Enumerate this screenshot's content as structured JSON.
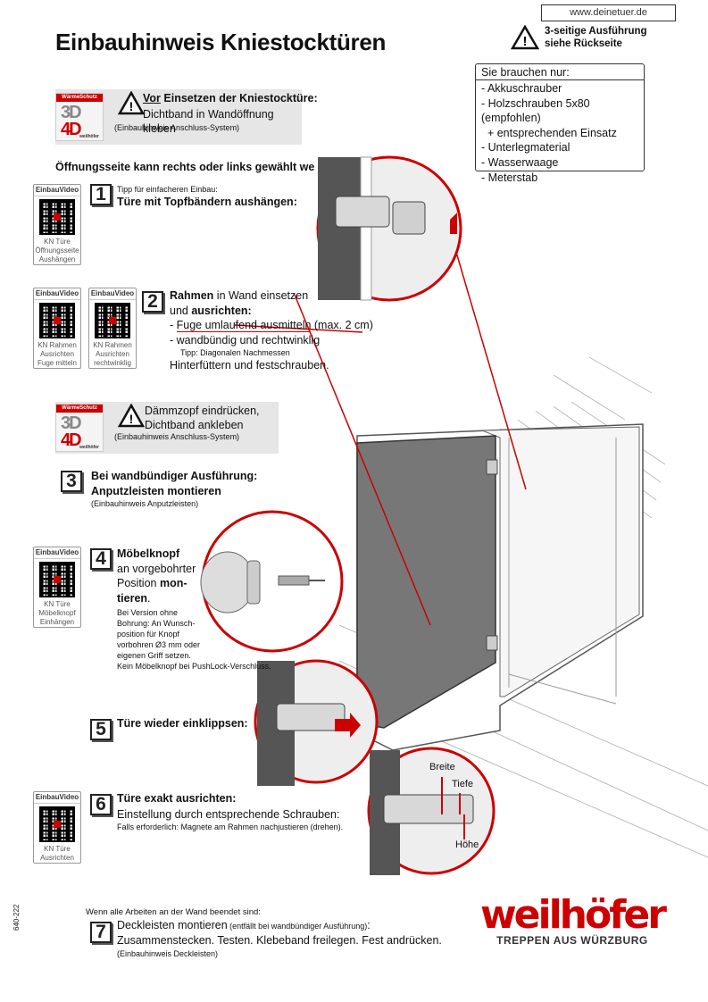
{
  "website": "www.deinetuer.de",
  "title": "Einbauhinweis Kniestocktüren",
  "three_sided": {
    "line1": "3-seitige Ausführung",
    "line2": "siehe Rückseite"
  },
  "needs": {
    "header": "Sie brauchen nur:",
    "items": [
      "- Akkuschrauber",
      "- Holzschrauben 5x80 (empfohlen)",
      "  + entsprechenden Einsatz",
      "- Unterlegmaterial",
      "- Wasserwaage",
      "- Meterstab"
    ]
  },
  "badge": {
    "top": "WärmeSchutz",
    "d3": "3D",
    "d4": "4D",
    "brand": "weilhöfer"
  },
  "pre_warning": {
    "vor": "Vor",
    "line1_rest": " Einsetzen der Kniestocktüre:",
    "line2": "Dichtband in Wandöffnung kleben",
    "note": "(Einbauhinweis Anschluss-System)"
  },
  "side_heading": "Öffnungsseite kann rechts oder links gewählt werden",
  "qr_header": "EinbauVideo",
  "qr_labels": {
    "q1": [
      "KN Türe",
      "Öffnungsseite",
      "Aushängen"
    ],
    "q2a": [
      "KN Rahmen",
      "Ausrichten",
      "Fuge mitteln"
    ],
    "q2b": [
      "KN Rahmen",
      "Ausrichten",
      "rechtwinklig"
    ],
    "q4": [
      "KN Türe",
      "Möbelknopf",
      "Einhängen"
    ],
    "q6": [
      "KN Türe",
      "Ausrichten"
    ]
  },
  "steps": {
    "s1": {
      "num": "1",
      "tip": "Tipp für einfacheren Einbau:",
      "main": "Türe mit Topfbändern aushängen:"
    },
    "s2": {
      "num": "2",
      "l1a": "Rahmen",
      "l1b": " in Wand einsetzen",
      "l2a": "und ",
      "l2b": "ausrichten:",
      "l3a": "- ",
      "l3b": "Fuge umlaufend ausmitteln",
      "l3c": " (max. 2 cm)",
      "l4": "- wandbündig und rechtwinklig",
      "tip": "Tipp: Diagonalen Nachmessen",
      "l5": "Hinterfüttern und festschrauben."
    },
    "mid_warning": {
      "line1": "Dämmzopf eindrücken,",
      "line2": "Dichtband ankleben",
      "note": "(Einbauhinweis Anschluss-System)"
    },
    "s3": {
      "num": "3",
      "l1": "Bei wandbündiger Ausführung:",
      "l2": "Anputzleisten montieren",
      "note": "(Einbauhinweis Anputzleisten)"
    },
    "s4": {
      "num": "4",
      "l1": "Möbelknopf",
      "l2": "an vorgebohrter",
      "l3a": "Position ",
      "l3b": "mon-",
      "l4": "tieren",
      "l4b": ".",
      "n1": "Bei Version ohne",
      "n2": "Bohrung: An Wunsch-",
      "n3": "position für Knopf",
      "n4": "vorbohren Ø3 mm oder",
      "n5": "eigenen Griff setzen.",
      "n6": "Kein Möbelknopf bei PushLock-Verschluss."
    },
    "s5": {
      "num": "5",
      "main": "Türe wieder einklippsen:"
    },
    "s6": {
      "num": "6",
      "l1": "Türe exakt ausrichten:",
      "l2": "Einstellung durch entsprechende Schrauben:",
      "note": "Falls erforderlich: Magnete am Rahmen nachjustieren (drehen)."
    },
    "s7": {
      "num": "7",
      "l1a": "Deckleisten montieren",
      "l1b": " (entfällt bei wandbündiger Ausführung)",
      "l1c": ":",
      "l2": "Zusammenstecken. Testen. Klebeband freilegen. Fest andrücken.",
      "note": "(Einbauhinweis Deckleisten)"
    }
  },
  "hinge_labels": {
    "breite": "Breite",
    "tiefe": "Tiefe",
    "hoehe": "Höhe"
  },
  "footer_intro": "Wenn alle Arbeiten an der Wand beendet sind:",
  "doc_code": "640-222",
  "logo": {
    "name": "weilhöfer",
    "tagline": "TREPPEN AUS WÜRZBURG"
  },
  "colors": {
    "accent": "#cc0000",
    "text": "#111111",
    "panel": "#e6e6e6"
  }
}
